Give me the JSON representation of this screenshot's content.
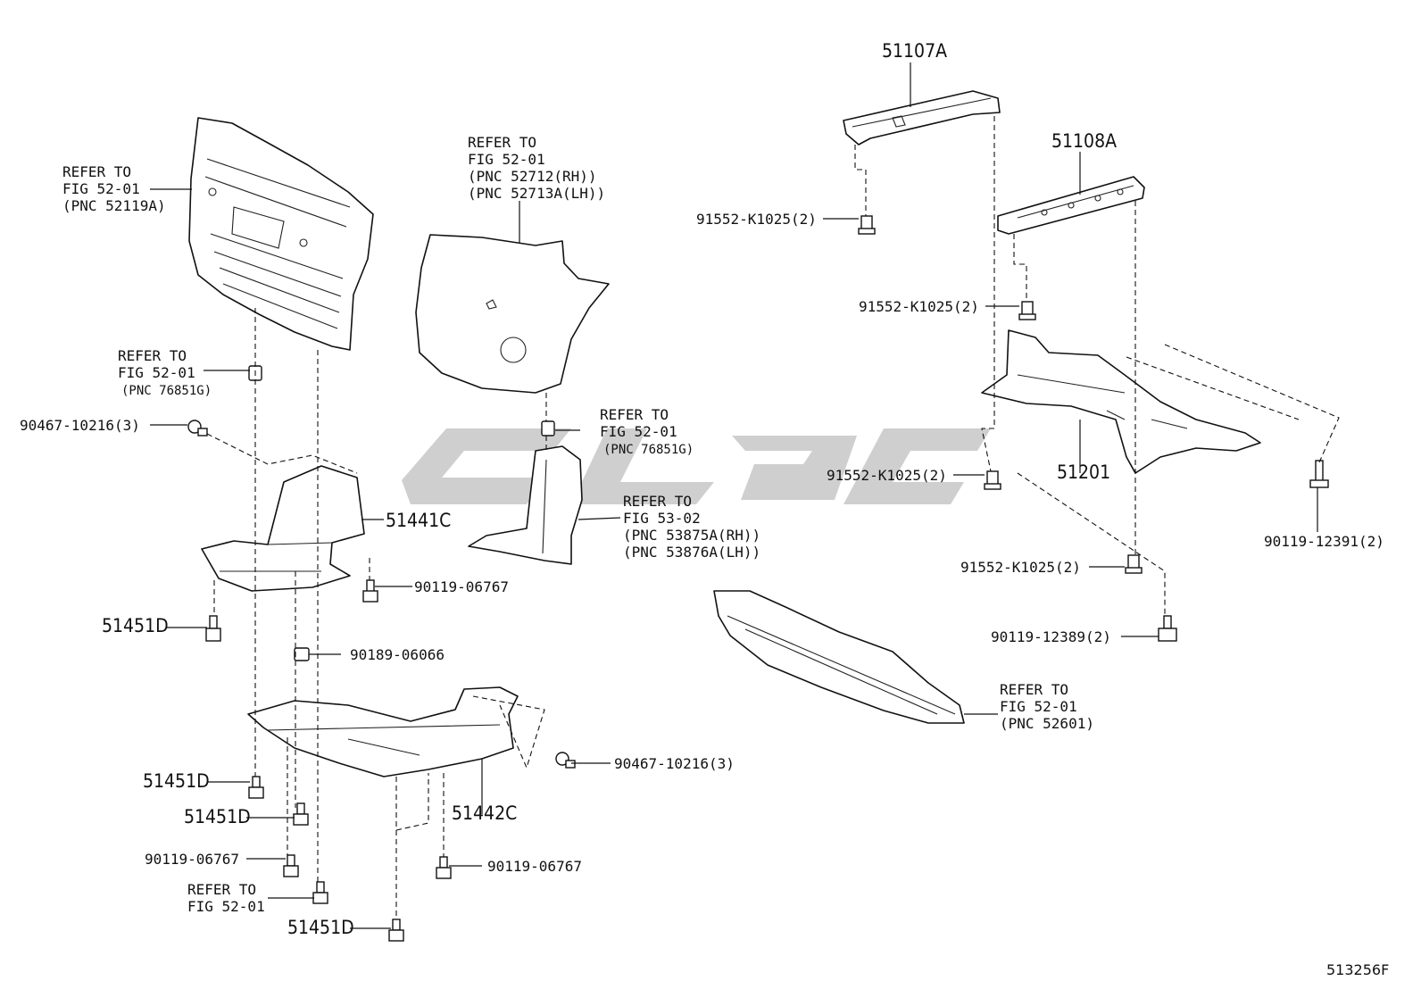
{
  "labels": {
    "p51107A": "51107A",
    "p51108A": "51108A",
    "p51201": "51201",
    "p51441C": "51441C",
    "p51442C": "51442C",
    "p51451D_a": "51451D",
    "p51451D_b": "51451D",
    "p51451D_c": "51451D",
    "p51451D_d": "51451D",
    "b91552_a": "91552-K1025(2)",
    "b91552_b": "91552-K1025(2)",
    "b91552_c": "91552-K1025(2)",
    "b91552_d": "91552-K1025(2)",
    "b90119_12391": "90119-12391(2)",
    "b90119_12389": "90119-12389(2)",
    "b90119_06767_a": "90119-06767",
    "b90119_06767_b": "90119-06767",
    "b90119_06767_c": "90119-06767",
    "b90189_06066": "90189-06066",
    "b90467_10216_a": "90467-10216(3)",
    "b90467_10216_b": "90467-10216(3)",
    "figure_code": "513256F"
  },
  "refs": {
    "grille": [
      "REFER TO",
      "FIG 52-01",
      "(PNC 52119A)"
    ],
    "clip_left": [
      "REFER TO",
      "FIG 52-01",
      "(PNC 76851G)"
    ],
    "fender_liner": [
      "REFER TO",
      "FIG 52-01",
      "(PNC 52712(RH))",
      "(PNC 52713A(LH))"
    ],
    "clip_mid": [
      "REFER TO",
      "FIG 52-01",
      "(PNC 76851G)"
    ],
    "mudguard": [
      "REFER TO",
      "FIG 53-02",
      "(PNC 53875A(RH))",
      "(PNC 53876A(LH))"
    ],
    "bumper_bottom": [
      "REFER TO",
      "FIG 52-01",
      "(PNC 52601)"
    ],
    "bottom_bolt": [
      "REFER TO",
      "FIG 52-01"
    ]
  }
}
